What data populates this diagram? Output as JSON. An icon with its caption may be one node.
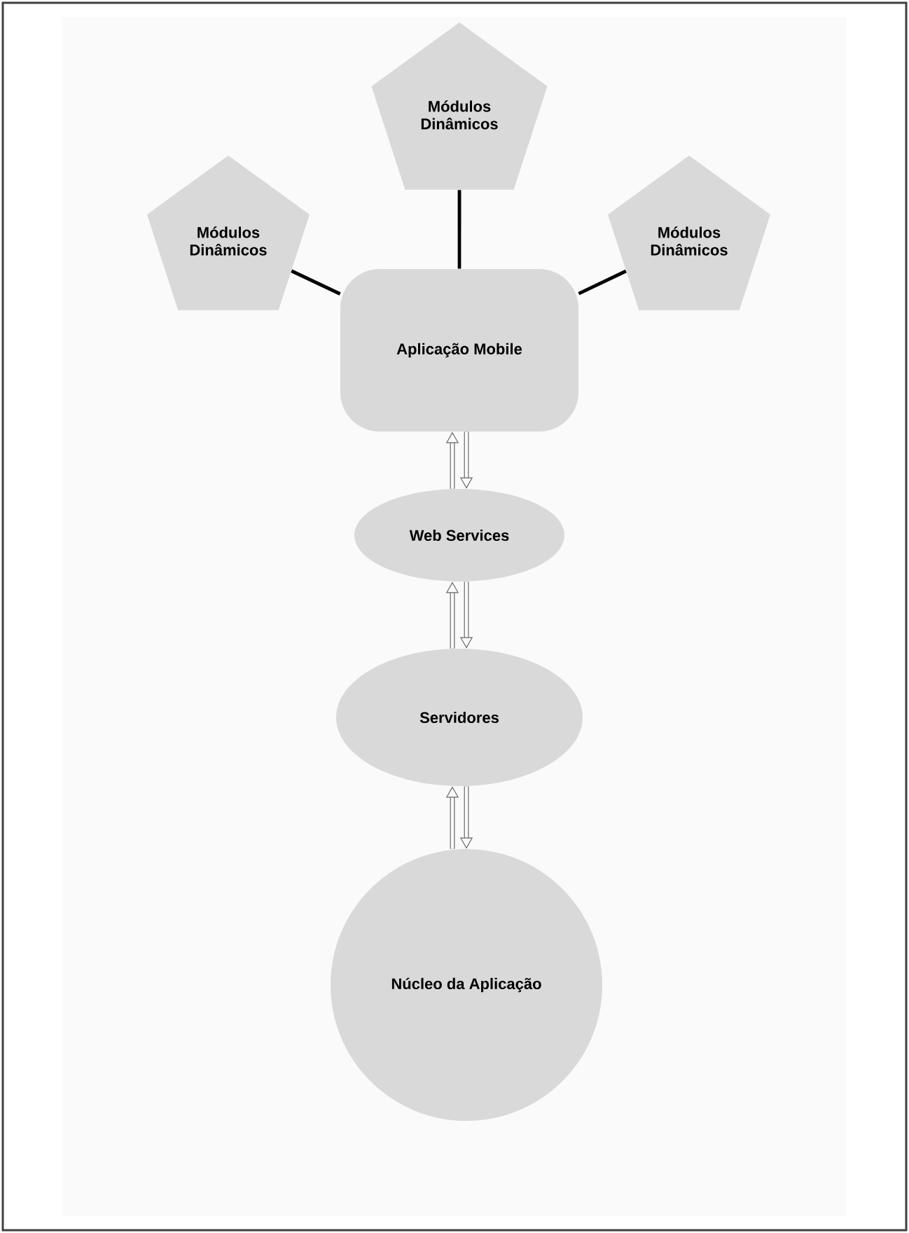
{
  "diagram": {
    "nodes": [
      {
        "text": [
          "Módulos Dinâmicos"
        ]
      },
      {
        "text": [
          "Módulos Dinâmicos"
        ]
      },
      {
        "text": [
          "Módulos Dinâmicos"
        ]
      },
      {
        "text": [
          "Aplicação Mobile"
        ]
      },
      {
        "text": [
          "Web Services"
        ]
      },
      {
        "text": [
          "Servidores"
        ]
      },
      {
        "text": [
          "Núcleo da Aplicação"
        ]
      }
    ],
    "edges": [
      {
        "from": 0,
        "to": 3,
        "arrow": "none",
        "color": "#000000"
      },
      {
        "from": 1,
        "to": 3,
        "arrow": "none",
        "color": "#000000"
      },
      {
        "from": 2,
        "to": 3,
        "arrow": "none",
        "color": "#000000"
      },
      {
        "from": 4,
        "to": 3,
        "arrow": "to"
      },
      {
        "from": 3,
        "to": 4,
        "arrow": "to"
      },
      {
        "from": 5,
        "to": 4,
        "arrow": "to"
      },
      {
        "from": 4,
        "to": 5,
        "arrow": "to"
      },
      {
        "from": 6,
        "to": 5,
        "arrow": "to"
      },
      {
        "from": 5,
        "to": 6,
        "arrow": "to"
      }
    ]
  }
}
